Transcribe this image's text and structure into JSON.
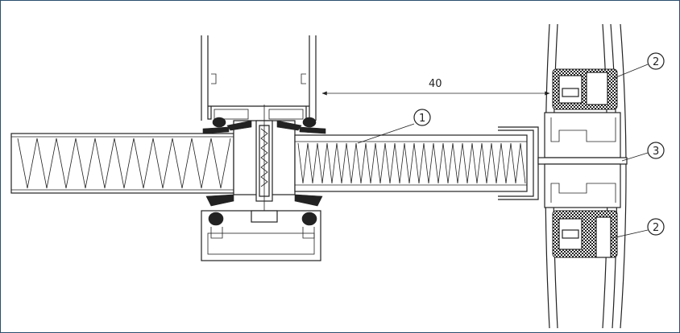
{
  "dimension": {
    "value": "40"
  },
  "callouts": [
    {
      "id": "1"
    },
    {
      "id": "2"
    },
    {
      "id": "3"
    },
    {
      "id": "2"
    }
  ],
  "colors": {
    "frame_border": "#2b4f6e",
    "line": "#222222",
    "background": "#ffffff"
  }
}
